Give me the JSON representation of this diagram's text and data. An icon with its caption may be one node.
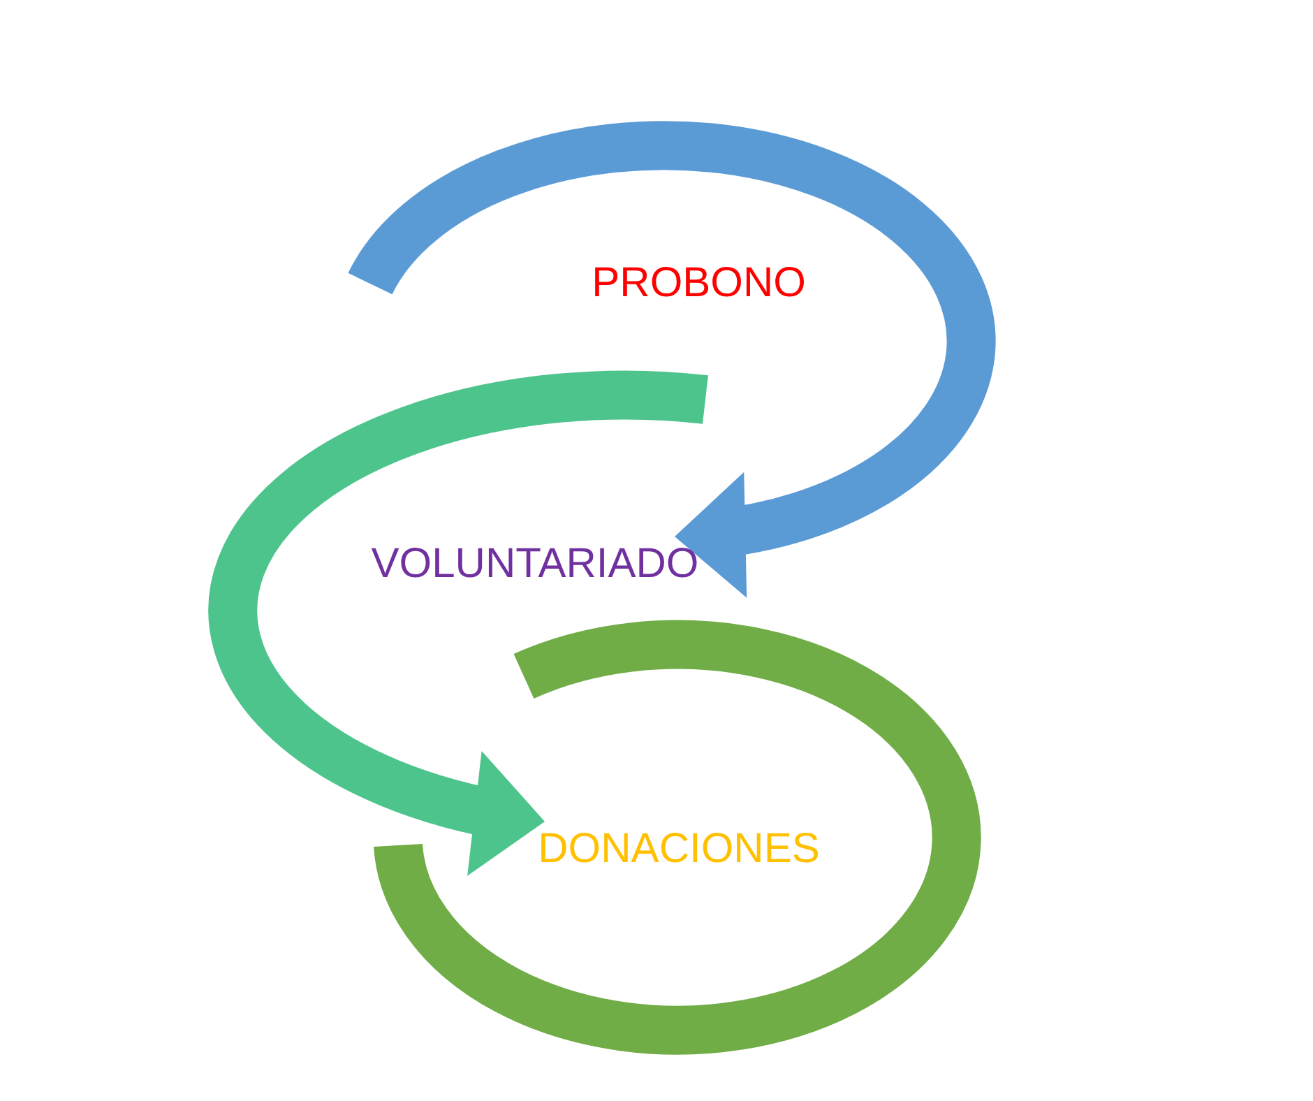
{
  "diagram": {
    "nodes": [
      {
        "text": [
          "PROBONO"
        ]
      },
      {
        "text": [
          "VOLUNTARIADO"
        ]
      },
      {
        "text": [
          "DONACIONES"
        ]
      }
    ],
    "edges": [
      {
        "from": null,
        "to": 1,
        "arrow": "to",
        "color": "#5b9bd5"
      },
      {
        "from": null,
        "to": 2,
        "arrow": "to",
        "color": "#4ec48d"
      }
    ]
  }
}
